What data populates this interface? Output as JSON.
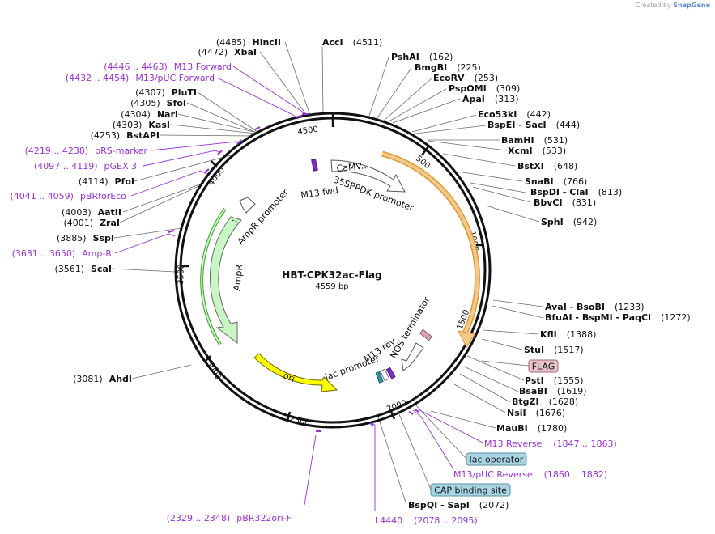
{
  "credit": {
    "prefix": "Created by",
    "brand": "SnapGene"
  },
  "plasmid": {
    "name": "HBT-CPK32ac-Flag",
    "length": "4559 bp"
  },
  "ticks": [
    "500",
    "1000",
    "1500",
    "2000",
    "2500",
    "3000",
    "3500",
    "4000",
    "4500"
  ],
  "features": {
    "camv": "CaMV...",
    "p35s": "35SPPDK promoter",
    "m13fwd": "M13 fwd",
    "ampr_promoter": "AmpR promoter",
    "ampr": "AmpR",
    "ori": "ori",
    "m13rev": "M13 rev",
    "nos": "NOS terminator",
    "lacprom": "lac promoter"
  },
  "right_labels": [
    {
      "name": "PshAI",
      "pos": "(162)"
    },
    {
      "name": "BmgBI",
      "pos": "(225)"
    },
    {
      "name": "EcoRV",
      "pos": "(253)"
    },
    {
      "name": "PspOMI",
      "pos": "(309)"
    },
    {
      "name": "ApaI",
      "pos": "(313)"
    },
    {
      "name": "Eco53kI",
      "pos": "(442)"
    },
    {
      "name": "BspEI  -  SacI",
      "pos": "(444)"
    },
    {
      "name": "BamHI",
      "pos": "(531)"
    },
    {
      "name": "XcmI",
      "pos": "(533)"
    },
    {
      "name": "BstXI",
      "pos": "(648)"
    },
    {
      "name": "SnaBI",
      "pos": "(766)"
    },
    {
      "name": "BspDI  -  ClaI",
      "pos": "(813)"
    },
    {
      "name": "BbvCI",
      "pos": "(831)"
    },
    {
      "name": "SphI",
      "pos": "(942)"
    },
    {
      "name": "AvaI  -  BsoBI",
      "pos": "(1233)"
    },
    {
      "name": "BfuAI  -  BspMI  -  PaqCI",
      "pos": "(1272)"
    },
    {
      "name": "KflI",
      "pos": "(1388)"
    },
    {
      "name": "StuI",
      "pos": "(1517)"
    },
    {
      "name": "PstI",
      "pos": "(1555)"
    },
    {
      "name": "BsaBI",
      "pos": "(1619)"
    },
    {
      "name": "BtgZI",
      "pos": "(1628)"
    },
    {
      "name": "NsiI",
      "pos": "(1676)"
    },
    {
      "name": "MauBI",
      "pos": "(1780)"
    },
    {
      "name": "BspQI  -  SapI",
      "pos": "(2072)"
    }
  ],
  "right_primers": [
    {
      "name": "M13 Reverse",
      "pos": "(1847 .. 1863)"
    },
    {
      "name": "M13/pUC Reverse",
      "pos": "(1860 .. 1882)"
    },
    {
      "name": "L4440",
      "pos": "(2078 .. 2095)"
    }
  ],
  "boxes": [
    {
      "text": "FLAG",
      "fill": "#e8c3cc",
      "stroke": "#a06a78"
    },
    {
      "text": "lac operator",
      "fill": "#a9d6e5",
      "stroke": "#5d8ea0"
    },
    {
      "text": "CAP binding site",
      "fill": "#a9d6e5",
      "stroke": "#5d8ea0"
    }
  ],
  "top_labels": [
    {
      "pos": "(4485)",
      "name": "HincII"
    },
    {
      "pos": "(4472)",
      "name": "XbaI"
    },
    {
      "name": "AccI",
      "pos": "(4511)"
    }
  ],
  "left_labels": [
    {
      "pos": "(4307)",
      "name": "PluTI"
    },
    {
      "pos": "(4305)",
      "name": "SfoI"
    },
    {
      "pos": "(4304)",
      "name": "NarI"
    },
    {
      "pos": "(4303)",
      "name": "KasI"
    },
    {
      "pos": "(4253)",
      "name": "BstAPI"
    },
    {
      "pos": "(4114)",
      "name": "PfoI"
    },
    {
      "pos": "(4003)",
      "name": "AatII"
    },
    {
      "pos": "(4001)",
      "name": "ZraI"
    },
    {
      "pos": "(3885)",
      "name": "SspI"
    },
    {
      "pos": "(3561)",
      "name": "ScaI"
    },
    {
      "pos": "(3081)",
      "name": "AhdI"
    }
  ],
  "left_primers": [
    {
      "pos": "(4446 .. 4463)",
      "name": "M13 Forward"
    },
    {
      "pos": "(4432 .. 4454)",
      "name": "M13/pUC Forward"
    },
    {
      "pos": "(4219 .. 4238)",
      "name": "pRS-marker"
    },
    {
      "pos": "(4097 .. 4119)",
      "name": "pGEX 3'"
    },
    {
      "pos": "(4041 .. 4059)",
      "name": "pBRforEco"
    },
    {
      "pos": "(3631 .. 3650)",
      "name": "Amp-R"
    },
    {
      "pos": "(2329 .. 2348)",
      "name": "pBR322ori-F"
    }
  ],
  "colors": {
    "backbone": "#111111",
    "primer": "#9b30d9",
    "orange": "#f3c98b",
    "orange_edge": "#e09a32",
    "green": "#c8f7c5",
    "green_edge": "#3aa12b",
    "ori": "#ffff00",
    "ori_edge": "#8a8a00"
  }
}
